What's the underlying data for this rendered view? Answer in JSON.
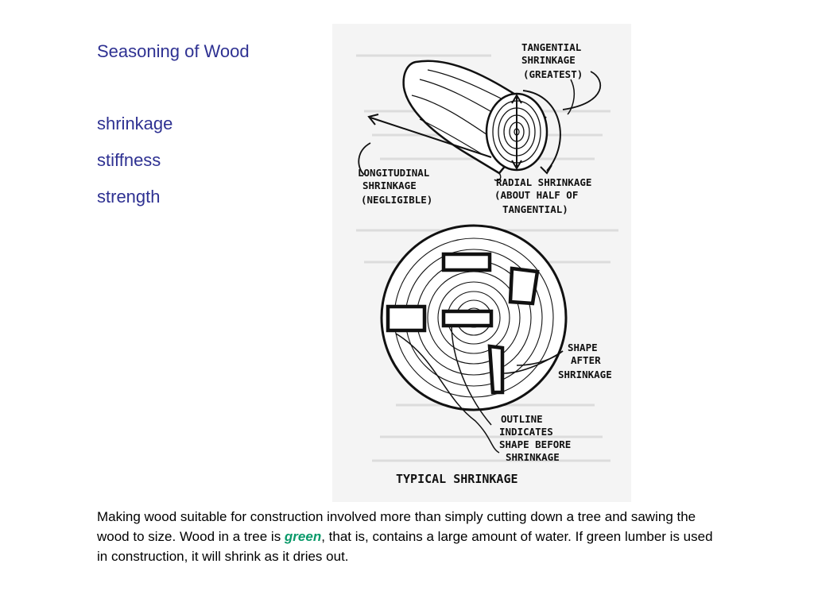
{
  "slide": {
    "title": "Seasoning of Wood",
    "bullets": [
      "shrinkage",
      "stiffness",
      "strength"
    ]
  },
  "figure": {
    "labels": {
      "tangential": [
        "TANGENTIAL",
        "SHRINKAGE",
        "(GREATEST)"
      ],
      "longitudinal": [
        "LONGITUDINAL",
        "SHRINKAGE",
        "(NEGLIGIBLE)"
      ],
      "radial": [
        "RADIAL SHRINKAGE",
        "(ABOUT HALF OF",
        "TANGENTIAL)"
      ],
      "shape_after": [
        "SHAPE",
        "AFTER",
        "SHRINKAGE"
      ],
      "outline": [
        "OUTLINE",
        "INDICATES",
        "SHAPE BEFORE",
        "SHRINKAGE"
      ],
      "caption": "TYPICAL SHRINKAGE"
    }
  },
  "caption": {
    "before": "Making wood suitable for construction involved more than simply cutting down a tree and sawing the wood to size. Wood in a tree is ",
    "emphasis": "green",
    "after": ", that is, contains a large amount of water. If green lumber is used in construction, it will shrink as it dries out."
  },
  "colors": {
    "heading": "#2e3192",
    "emphasis": "#0a9a6a"
  }
}
